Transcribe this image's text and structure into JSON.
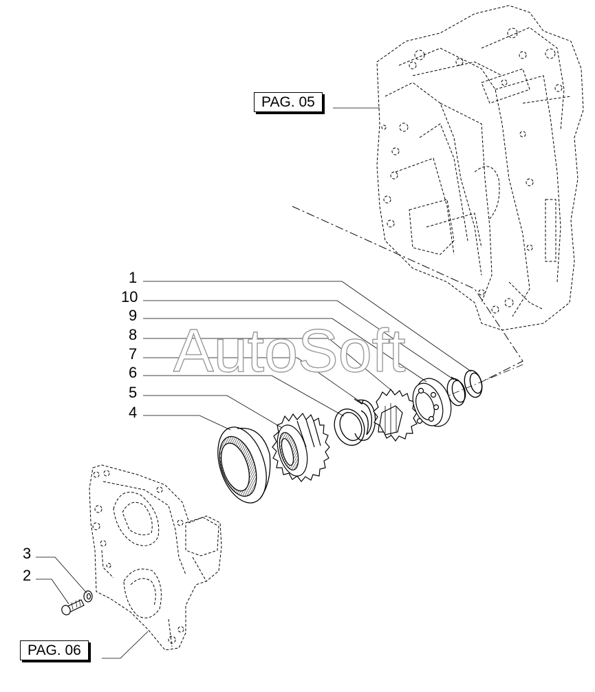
{
  "watermark": "AutoSoft",
  "references": {
    "top": "PAG. 05",
    "bottom": "PAG. 06"
  },
  "callouts": [
    "1",
    "10",
    "9",
    "8",
    "7",
    "6",
    "5",
    "4",
    "3",
    "2"
  ]
}
